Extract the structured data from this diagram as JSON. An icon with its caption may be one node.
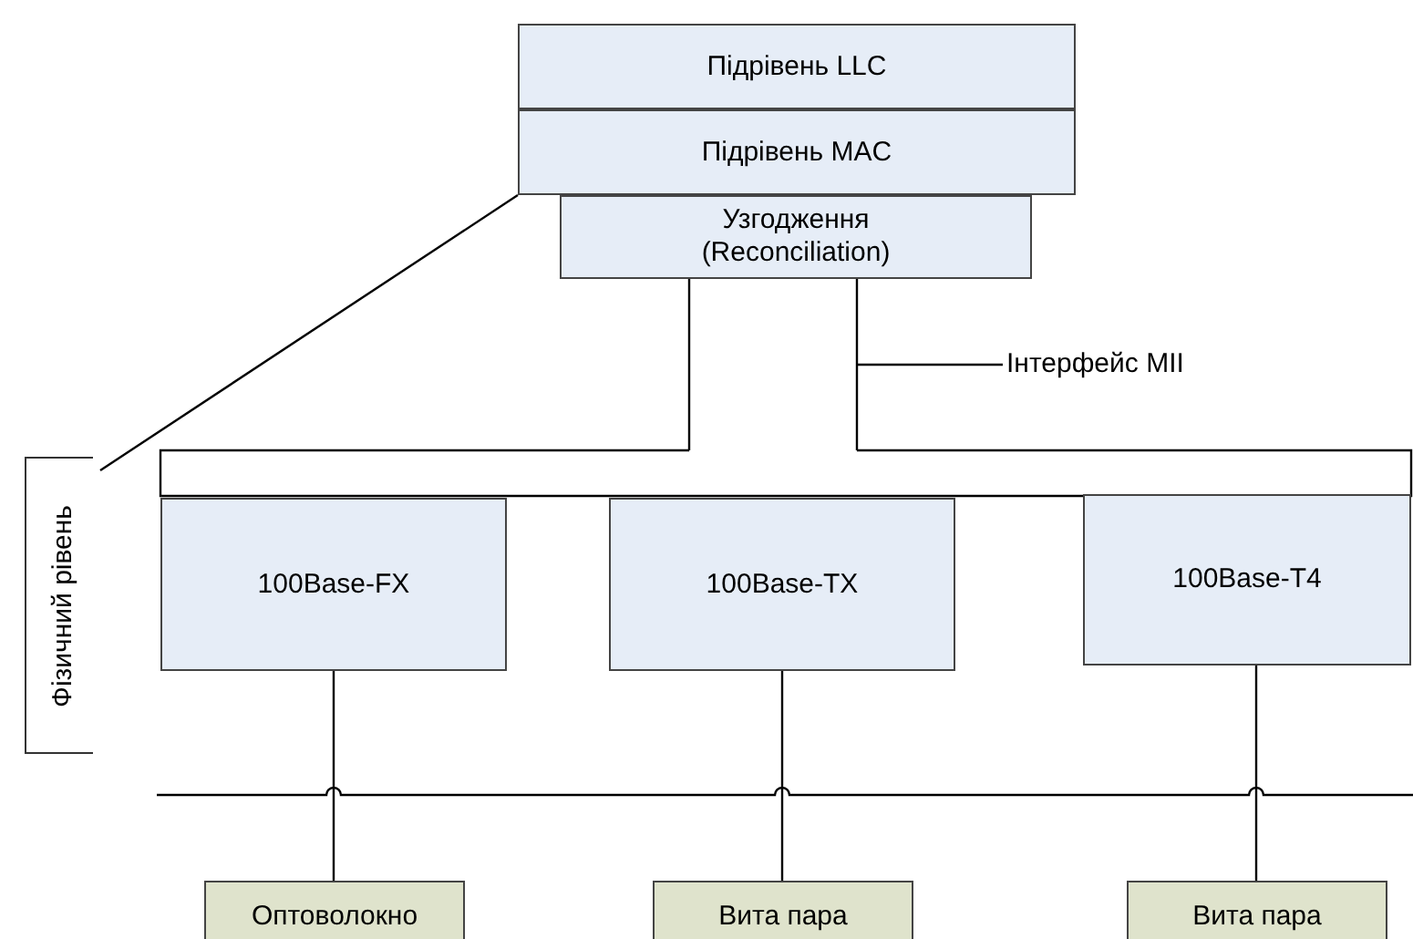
{
  "diagram": {
    "nodes": [
      {
        "text": [
          "Підрівень LLC"
        ]
      },
      {
        "text": [
          "Підрівень MAC"
        ]
      },
      {
        "text": [
          "Узгодження (Reconciliation)"
        ]
      },
      {
        "text": [
          "Інтерфейс MII"
        ]
      },
      {
        "text": [
          "Фізичний рівень"
        ]
      },
      {
        "text": [],
        "shape": "bar"
      },
      {
        "text": [
          "100Base-FX"
        ]
      },
      {
        "text": [
          "100Base-TX"
        ]
      },
      {
        "text": [
          "100Base-T4"
        ]
      },
      {
        "text": [
          "Оптоволокно"
        ]
      },
      {
        "text": [
          "Вита пара"
        ]
      },
      {
        "text": [
          "Вита пара"
        ]
      }
    ],
    "edges": [
      {
        "from": 2,
        "to": 5,
        "arrow": "none"
      },
      {
        "from": 2,
        "to": 5,
        "arrow": "none"
      },
      {
        "from": 3,
        "to": null,
        "arrow": "none"
      },
      {
        "from": 4,
        "to": 1,
        "arrow": "none"
      },
      {
        "from": 6,
        "to": 9,
        "arrow": "none"
      },
      {
        "from": 7,
        "to": 10,
        "arrow": "none"
      },
      {
        "from": 8,
        "to": 11,
        "arrow": "none"
      }
    ]
  }
}
